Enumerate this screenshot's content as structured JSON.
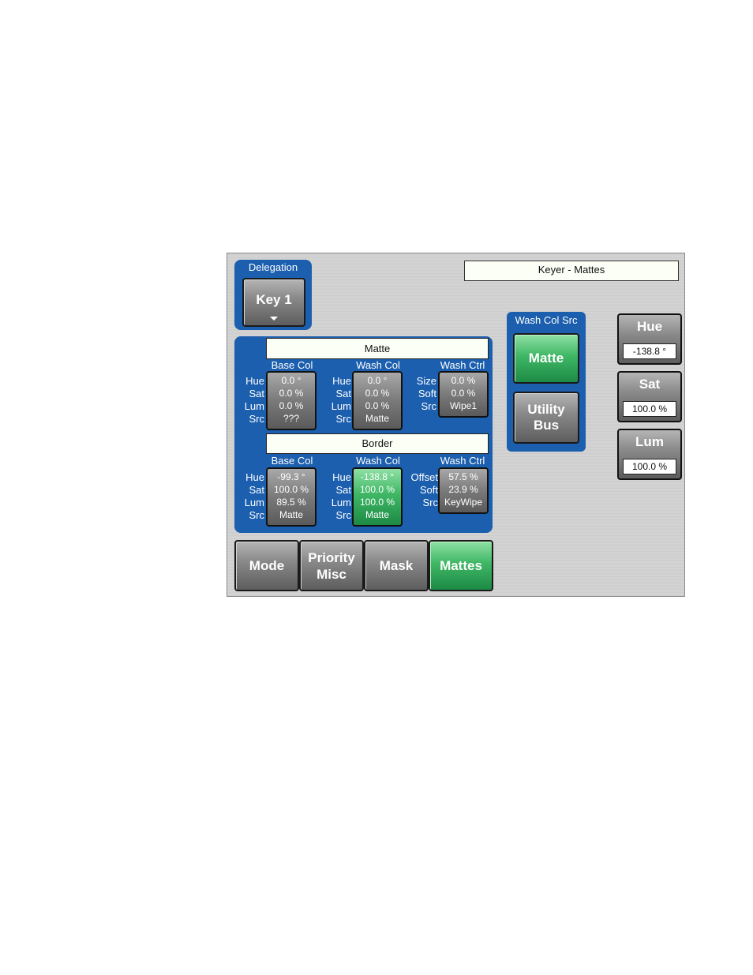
{
  "header": {
    "title": "Keyer - Mattes"
  },
  "delegation": {
    "label": "Delegation",
    "button": "Key 1"
  },
  "matte": {
    "title": "Matte",
    "base_col": {
      "header": "Base Col",
      "labels": [
        "Hue",
        "Sat",
        "Lum",
        "Src"
      ],
      "values": [
        "0.0 °",
        "0.0 %",
        "0.0 %",
        "???"
      ]
    },
    "wash_col": {
      "header": "Wash Col",
      "labels": [
        "Hue",
        "Sat",
        "Lum",
        "Src"
      ],
      "values": [
        "0.0 °",
        "0.0 %",
        "0.0 %",
        "Matte"
      ]
    },
    "wash_ctrl": {
      "header": "Wash Ctrl",
      "labels": [
        "Size",
        "Soft",
        "Src"
      ],
      "values": [
        "0.0 %",
        "0.0 %",
        "Wipe1"
      ]
    }
  },
  "border": {
    "title": "Border",
    "base_col": {
      "header": "Base Col",
      "labels": [
        "Hue",
        "Sat",
        "Lum",
        "Src"
      ],
      "values": [
        "-99.3 °",
        "100.0 %",
        "89.5 %",
        "Matte"
      ]
    },
    "wash_col": {
      "header": "Wash Col",
      "labels": [
        "Hue",
        "Sat",
        "Lum",
        "Src"
      ],
      "values": [
        "-138.8 °",
        "100.0 %",
        "100.0 %",
        "Matte"
      ],
      "selected": true
    },
    "wash_ctrl": {
      "header": "Wash Ctrl",
      "labels": [
        "Offset",
        "Soft",
        "Src"
      ],
      "values": [
        "57.5 %",
        "23.9 %",
        "KeyWipe"
      ]
    }
  },
  "wash_col_src": {
    "label": "Wash Col Src",
    "matte": "Matte",
    "utility_line1": "Utility",
    "utility_line2": "Bus"
  },
  "params": [
    {
      "name": "Hue",
      "value": "-138.8 °"
    },
    {
      "name": "Sat",
      "value": "100.0 %"
    },
    {
      "name": "Lum",
      "value": "100.0 %"
    }
  ],
  "tabs": {
    "mode": "Mode",
    "priority_line1": "Priority",
    "priority_line2": "Misc",
    "mask": "Mask",
    "mattes": "Mattes"
  },
  "colors": {
    "panel_blue": "#1c5fae",
    "active_green": "#3fb765",
    "button_gray": "#8a8a8a"
  }
}
